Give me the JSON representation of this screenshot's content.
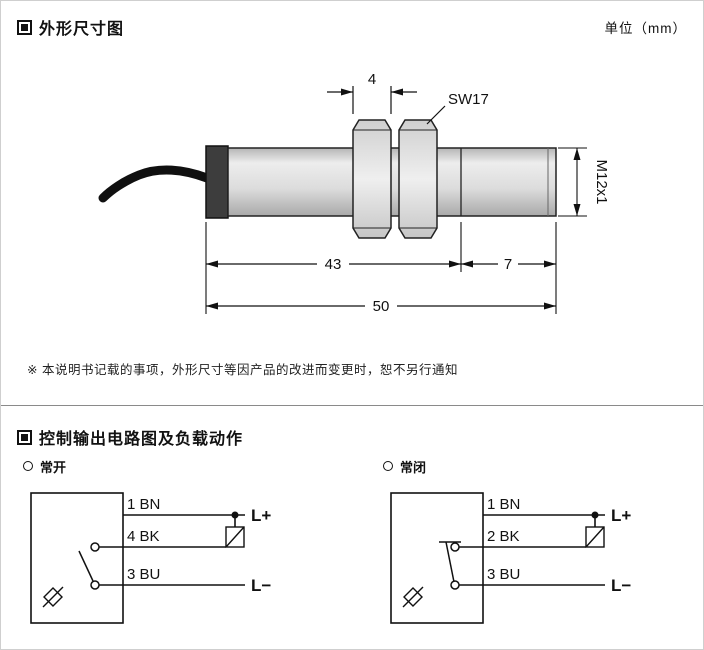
{
  "header": {
    "section1_title": "外形尺寸图",
    "unit_label": "单位（mm）"
  },
  "drawing": {
    "dim_nut_width": "4",
    "wrench_label": "SW17",
    "thread_label": "M12x1",
    "dim_body_length": "43",
    "dim_thread_length": "7",
    "dim_total_length": "50"
  },
  "note": {
    "text": "※ 本说明书记载的事项，外形尺寸等因产品的改进而变更时，恕不另行通知"
  },
  "circuit_section": {
    "title": "控制输出电路图及负载动作",
    "diagrams": [
      {
        "mode_label": "常开",
        "wire1_label": "1 BN",
        "wire2_label": "4 BK",
        "wire3_label": "3 BU",
        "lplus_label": "L+",
        "lminus_label": "L−"
      },
      {
        "mode_label": "常闭",
        "wire1_label": "1 BN",
        "wire2_label": "2 BK",
        "wire3_label": "3 BU",
        "lplus_label": "L+",
        "lminus_label": "L−"
      }
    ]
  }
}
